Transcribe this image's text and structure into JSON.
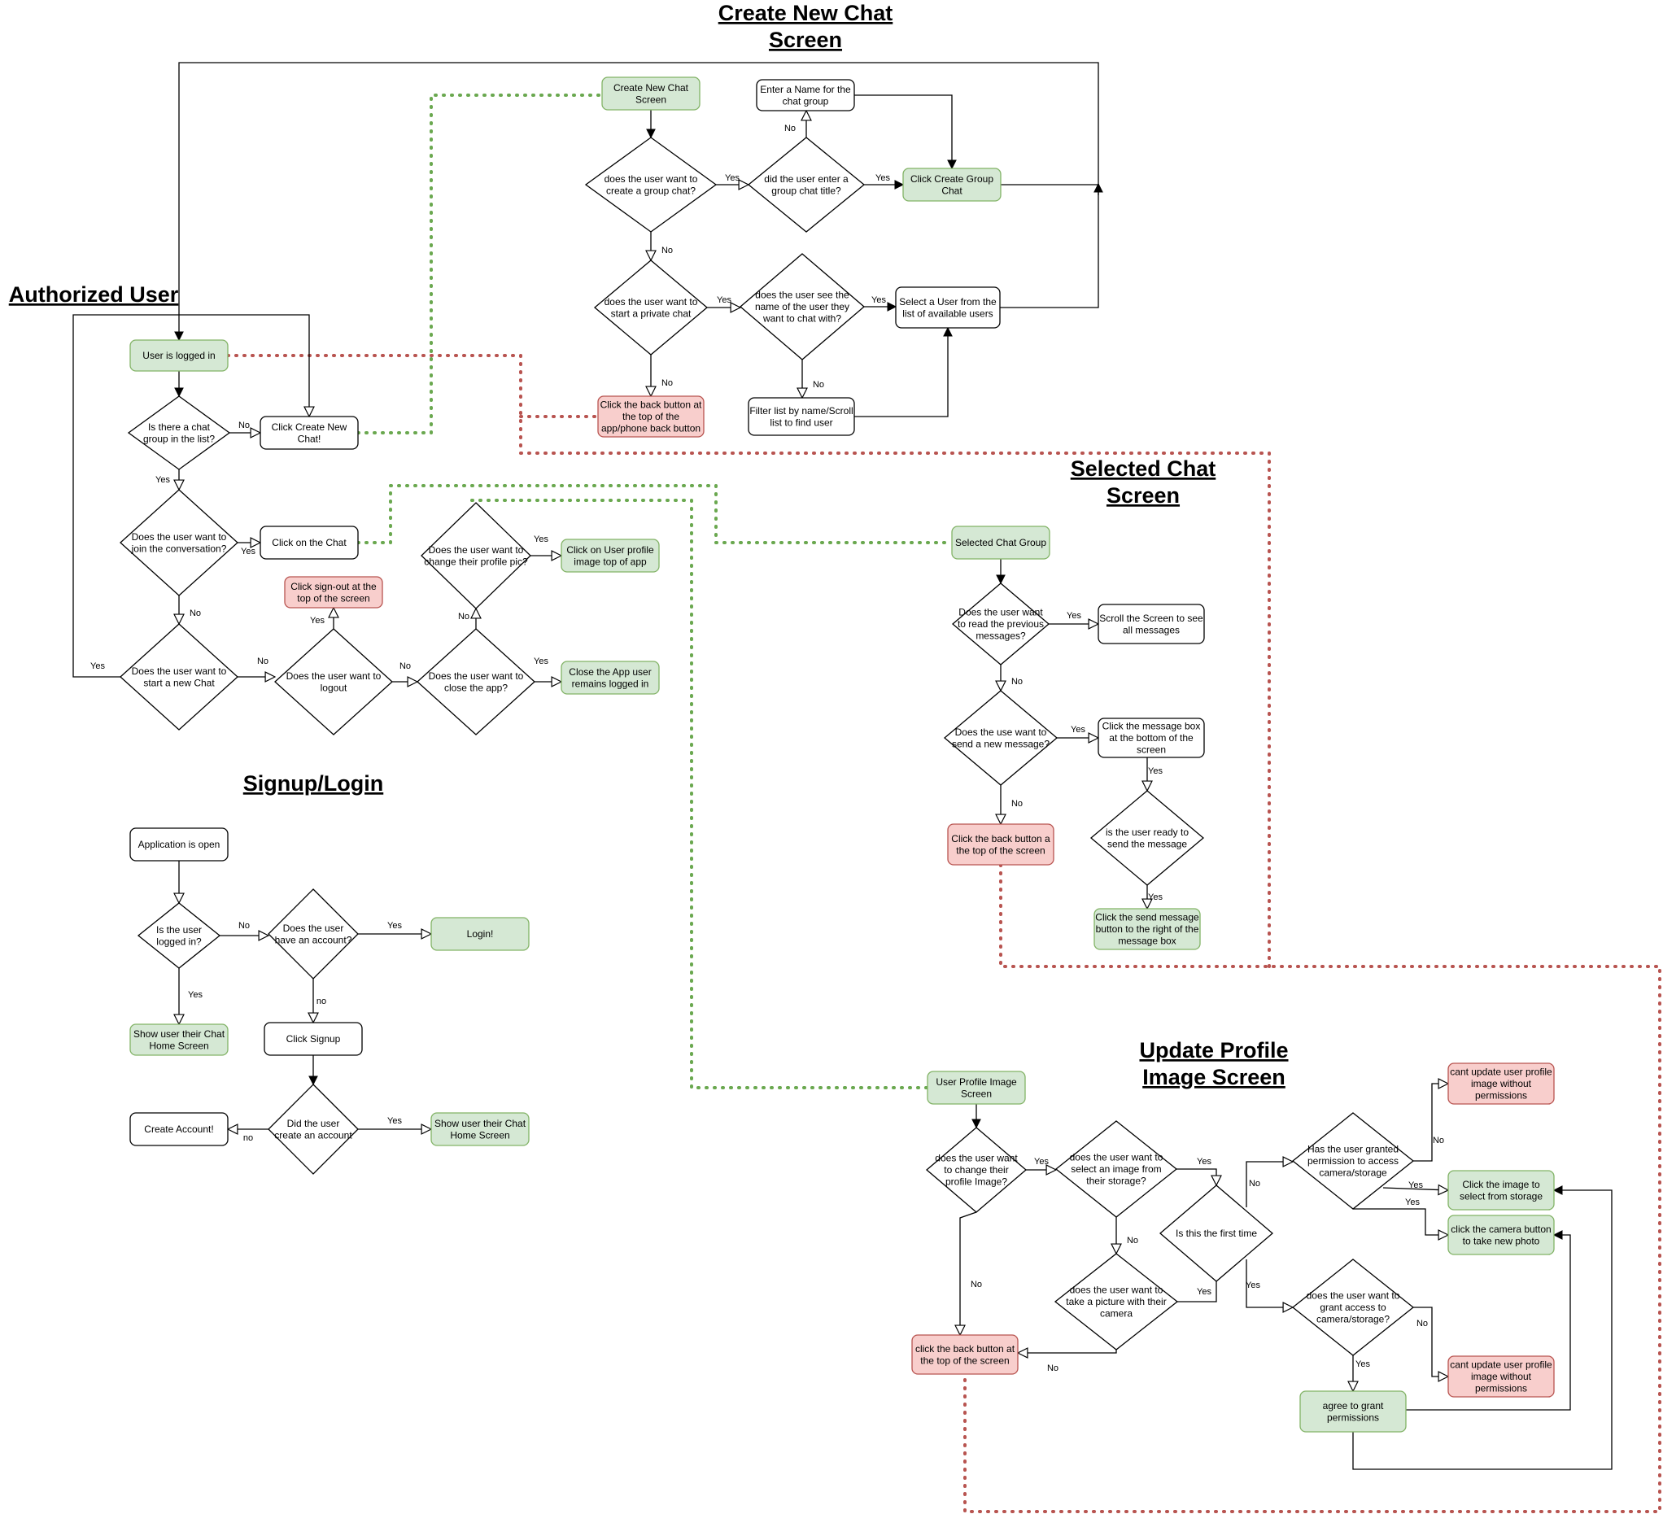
{
  "colors": {
    "green_fill": "#d5e8d4",
    "green_stroke": "#82b366",
    "red_fill": "#f8cecc",
    "red_stroke": "#b85450",
    "white_fill": "#ffffff",
    "line": "#000000",
    "link_green": "#6aa84f",
    "link_red": "#b85450"
  },
  "sections": {
    "create_new_chat": [
      "Create New Chat",
      "Screen"
    ],
    "authorized_user": [
      "Authorized User"
    ],
    "selected_chat": [
      "Selected Chat",
      "Screen"
    ],
    "signup_login": [
      "Signup/Login"
    ],
    "update_profile": [
      "Update Profile",
      "Image Screen"
    ]
  },
  "nodes": {
    "nc_start": [
      "Create New Chat",
      "Screen"
    ],
    "nc_enter_name": [
      "Enter a Name for the",
      "chat group"
    ],
    "nc_q_group": [
      "does the user want to",
      "create a group chat?"
    ],
    "nc_q_title": [
      "did the user enter a",
      "group chat title?"
    ],
    "nc_create_group": [
      "Click Create Group",
      "Chat"
    ],
    "nc_q_private": [
      "does the user want to",
      "start a private chat"
    ],
    "nc_q_see_user": [
      "does the user see the",
      "name of the user they",
      "want to chat with?"
    ],
    "nc_select_user": [
      "Select a User from the",
      "list of available users"
    ],
    "nc_filter": [
      "Filter list by name/Scroll",
      "list to find user"
    ],
    "nc_back": [
      "Click the back button at",
      "the top of the",
      "app/phone back button"
    ],
    "au_logged_in": [
      "User is logged in"
    ],
    "au_q_group_list": [
      "Is there a chat",
      "group in the list?"
    ],
    "au_create_chat": [
      "Click Create New",
      "Chat!"
    ],
    "au_q_join": [
      "Does the user want to",
      "join the conversation?"
    ],
    "au_click_chat": [
      "Click on the Chat"
    ],
    "au_q_profile_pic": [
      "Does the user want to",
      "change their profile pic?"
    ],
    "au_click_profile": [
      "Click on User profile",
      "image top of app"
    ],
    "au_signout": [
      "Click sign-out at the",
      "top of the screen"
    ],
    "au_q_new_chat": [
      "Does the user want to",
      "start a new Chat"
    ],
    "au_q_logout": [
      "Does the user want to",
      "logout"
    ],
    "au_q_close": [
      "Does the user want to",
      "close the app?"
    ],
    "au_close_app": [
      "Close the App user",
      "remains logged in"
    ],
    "sc_start": [
      "Selected Chat Group"
    ],
    "sc_q_read": [
      "Does the user want",
      "to read the previous",
      "messages?"
    ],
    "sc_scroll": [
      "Scroll the Screen to see",
      "all messages"
    ],
    "sc_q_send": [
      "Does the use want to",
      "send a new message?"
    ],
    "sc_msg_box": [
      "Click the message box",
      "at the bottom of the",
      "screen"
    ],
    "sc_back": [
      "Click the back button a",
      "the top of the screen"
    ],
    "sc_q_ready": [
      "is the user ready to",
      "send the message"
    ],
    "sc_send": [
      "Click the send message",
      "button to the right of the",
      "message box"
    ],
    "sl_app_open": [
      "Application is open"
    ],
    "sl_q_logged_in": [
      "Is the user",
      "logged in?"
    ],
    "sl_q_account": [
      "Does the user",
      "have an account?"
    ],
    "sl_login": [
      "Login!"
    ],
    "sl_show_home1": [
      "Show user their Chat",
      "Home Screen"
    ],
    "sl_signup": [
      "Click Signup"
    ],
    "sl_q_created": [
      "Did the user",
      "create an account"
    ],
    "sl_create_account": [
      "Create Account!"
    ],
    "sl_show_home2": [
      "Show user their Chat",
      "Home Screen"
    ],
    "up_start": [
      "User Profile Image",
      "Screen"
    ],
    "up_q_change": [
      "does the user want",
      "to change their",
      "profile Image?"
    ],
    "up_q_storage": [
      "does the user want to",
      "select an image from",
      "their storage?"
    ],
    "up_q_first": [
      "Is this the first time"
    ],
    "up_q_granted": [
      "Has the user granted",
      "permission to access",
      "camera/storage"
    ],
    "up_cant1": [
      "cant update user profile",
      "image without",
      "permissions"
    ],
    "up_click_image": [
      "Click the image to",
      "select from storage"
    ],
    "up_camera_btn": [
      "click the camera button",
      "to take new photo"
    ],
    "up_q_camera": [
      "does the user want to",
      "take a picture with their",
      "camera"
    ],
    "up_q_grant": [
      "does the user want to",
      "grant access to",
      "camera/storage?"
    ],
    "up_back": [
      "click the back button at",
      "the top of the screen"
    ],
    "up_cant2": [
      "cant update user profile",
      "image without",
      "permissions"
    ],
    "up_agree": [
      "agree to grant",
      "permissions"
    ]
  },
  "edge_labels": {
    "nc_group_yes": "Yes",
    "nc_title_no": "No",
    "nc_title_yes": "Yes",
    "nc_group_no": "No",
    "nc_private_yes": "Yes",
    "nc_see_yes": "Yes",
    "nc_see_no": "No",
    "nc_private_no": "No",
    "au_group_list_no": "No",
    "au_group_list_yes": "Yes",
    "au_join_yes": "Yes",
    "au_join_no": "No",
    "au_new_chat_yes": "Yes",
    "au_new_chat_no": "No",
    "au_logout_yes": "Yes",
    "au_logout_no": "No",
    "au_close_no": "No",
    "au_close_yes": "Yes",
    "au_profile_yes": "Yes",
    "sc_read_yes": "Yes",
    "sc_read_no": "No",
    "sc_send_yes": "Yes",
    "sc_send_no": "No",
    "sc_msg_yes": "Yes",
    "sc_ready_yes": "Yes",
    "sl_logged_no": "No",
    "sl_logged_yes": "Yes",
    "sl_account_yes": "Yes",
    "sl_account_no": "no",
    "sl_created_yes": "Yes",
    "sl_created_no": "no",
    "up_change_yes": "Yes",
    "up_change_no": "No",
    "up_storage_yes": "Yes",
    "up_storage_no": "No",
    "up_first_no": "No",
    "up_first_yes": "Yes",
    "up_granted_no": "No",
    "up_granted_yes1": "Yes",
    "up_granted_yes2": "Yes",
    "up_camera_yes": "Yes",
    "up_camera_no": "No",
    "up_grant_no": "No",
    "up_grant_yes": "Yes"
  }
}
